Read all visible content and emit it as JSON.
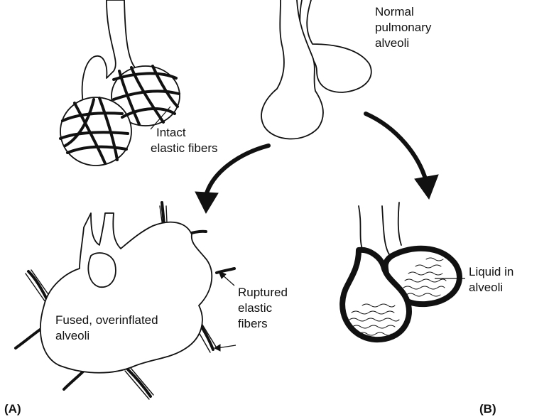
{
  "labels": {
    "normal": [
      "Normal",
      "pulmonary",
      "alveoli"
    ],
    "intact": [
      "Intact",
      "elastic fibers"
    ],
    "fused": [
      "Fused, overinflated",
      "alveoli"
    ],
    "ruptured": [
      "Ruptured",
      "elastic",
      "fibers"
    ],
    "liquid": [
      "Liquid in",
      "alveoli"
    ],
    "panel_a": "(A)",
    "panel_b": "(B)"
  },
  "colors": {
    "ink": "#111111",
    "background": "#ffffff"
  }
}
